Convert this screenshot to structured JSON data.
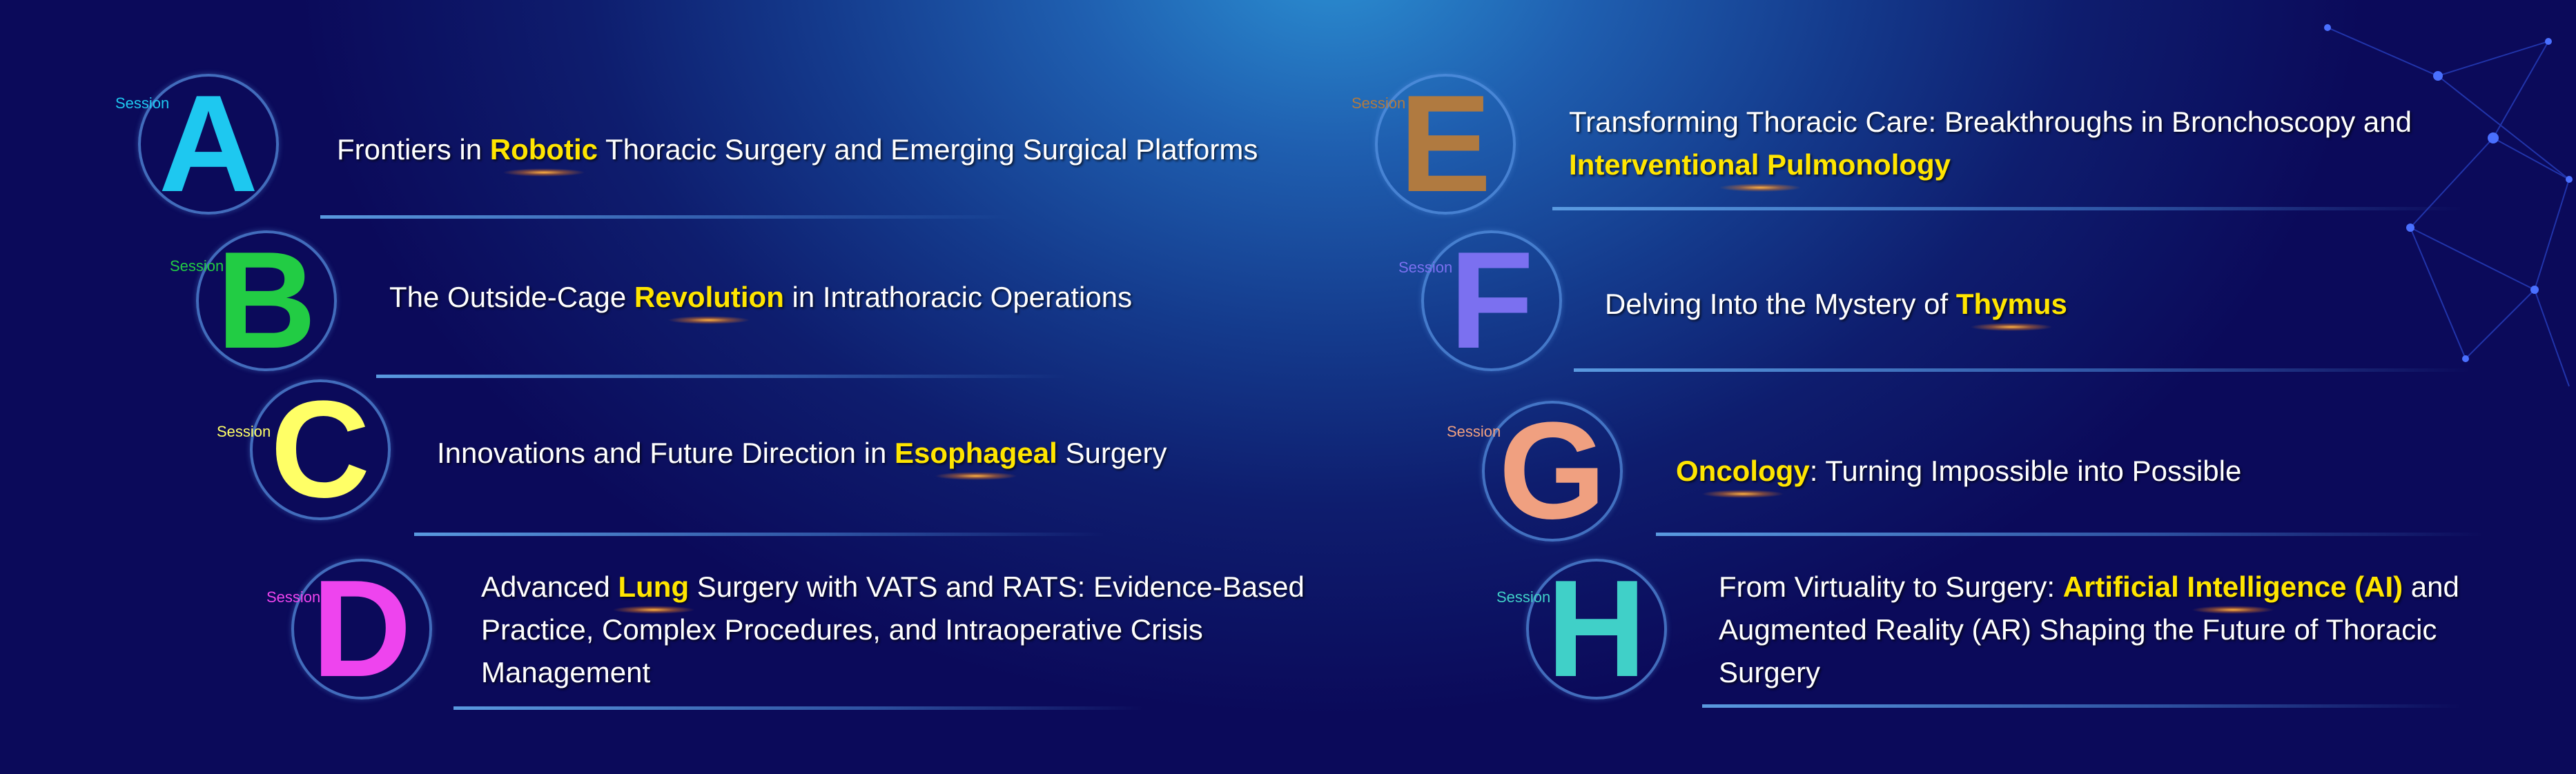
{
  "sessions": [
    {
      "id": "A",
      "session_label": "Session",
      "letter": "A",
      "color": "#1ec8f0",
      "lines": [
        [
          {
            "t": "Frontiers in "
          },
          {
            "t": "Robotic",
            "h": true
          },
          {
            "t": " Thoracic Surgery and Emerging Surgical Platforms"
          }
        ]
      ]
    },
    {
      "id": "B",
      "session_label": "Session",
      "letter": "B",
      "color": "#22cc44",
      "lines": [
        [
          {
            "t": "The Outside-Cage "
          },
          {
            "t": "Revolution",
            "h": true
          },
          {
            "t": " in Intrathoracic Operations"
          }
        ]
      ]
    },
    {
      "id": "C",
      "session_label": "Session",
      "letter": "C",
      "color": "#ffff66",
      "lines": [
        [
          {
            "t": "Innovations and Future Direction in "
          },
          {
            "t": "Esophageal",
            "h": true
          },
          {
            "t": " Surgery"
          }
        ]
      ]
    },
    {
      "id": "D",
      "session_label": "Session",
      "letter": "D",
      "color": "#ee44ee",
      "lines": [
        [
          {
            "t": "Advanced "
          },
          {
            "t": "Lung",
            "h": true
          },
          {
            "t": " Surgery with VATS and RATS: Evidence-Based"
          }
        ],
        [
          {
            "t": "Practice, Complex Procedures, and Intraoperative Crisis"
          }
        ],
        [
          {
            "t": "Management"
          }
        ]
      ]
    },
    {
      "id": "E",
      "session_label": "Session",
      "letter": "E",
      "color": "#b07a40",
      "lines": [
        [
          {
            "t": "Transforming Thoracic Care: Breakthroughs in Bronchoscopy and"
          }
        ],
        [
          {
            "t": "Interventional Pulmonology",
            "h": true
          }
        ]
      ]
    },
    {
      "id": "F",
      "session_label": "Session",
      "letter": "F",
      "color": "#7b70f0",
      "lines": [
        [
          {
            "t": "Delving Into the Mystery of "
          },
          {
            "t": "Thymus",
            "h": true
          }
        ]
      ]
    },
    {
      "id": "G",
      "session_label": "Session",
      "letter": "G",
      "color": "#f0a080",
      "lines": [
        [
          {
            "t": "Oncology",
            "h": true
          },
          {
            "t": ": Turning Impossible into Possible"
          }
        ]
      ]
    },
    {
      "id": "H",
      "session_label": "Session",
      "letter": "H",
      "color": "#40d0c8",
      "lines": [
        [
          {
            "t": "From Virtuality to Surgery: "
          },
          {
            "t": "Artificial Intelligence (AI)",
            "h": true
          },
          {
            "t": " and"
          }
        ],
        [
          {
            "t": "Augmented Reality (AR) Shaping the Future of Thoracic"
          }
        ],
        [
          {
            "t": "Surgery"
          }
        ]
      ]
    }
  ]
}
